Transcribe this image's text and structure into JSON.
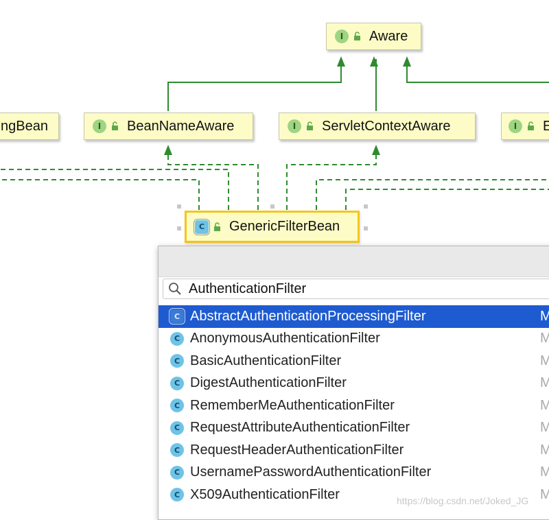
{
  "diagram": {
    "nodes": {
      "aware": {
        "label": "Aware",
        "kind": "I"
      },
      "left_partial": {
        "label": "ngBean"
      },
      "bean_name_aware": {
        "label": "BeanNameAware",
        "kind": "I"
      },
      "servlet_context_aware": {
        "label": "ServletContextAware",
        "kind": "I"
      },
      "right_partial": {
        "label": "E",
        "kind": "I"
      },
      "generic_filter_bean": {
        "label": "GenericFilterBean",
        "kind": "C"
      }
    },
    "colors": {
      "extends_line": "#2e8b2e",
      "implements_line": "#2e8b2e",
      "node_fill": "#fdfcc6",
      "selected_border": "#f5c518"
    }
  },
  "popup": {
    "search": {
      "value": "AuthenticationFilter",
      "icon": "search-icon"
    },
    "results": [
      {
        "name": "AbstractAuthenticationProcessingFilter",
        "module": "M",
        "selected": true
      },
      {
        "name": "AnonymousAuthenticationFilter",
        "module": "M",
        "selected": false
      },
      {
        "name": "BasicAuthenticationFilter",
        "module": "M",
        "selected": false
      },
      {
        "name": "DigestAuthenticationFilter",
        "module": "M",
        "selected": false
      },
      {
        "name": "RememberMeAuthenticationFilter",
        "module": "M",
        "selected": false
      },
      {
        "name": "RequestAttributeAuthenticationFilter",
        "module": "M",
        "selected": false
      },
      {
        "name": "RequestHeaderAuthenticationFilter",
        "module": "M",
        "selected": false
      },
      {
        "name": "UsernamePasswordAuthenticationFilter",
        "module": "M",
        "selected": false
      },
      {
        "name": "X509AuthenticationFilter",
        "module": "M",
        "selected": false
      }
    ],
    "colors": {
      "selection": "#1e5bd0",
      "class_icon": "#6ec3e6"
    }
  },
  "watermark": "https://blog.csdn.net/Joked_JG"
}
